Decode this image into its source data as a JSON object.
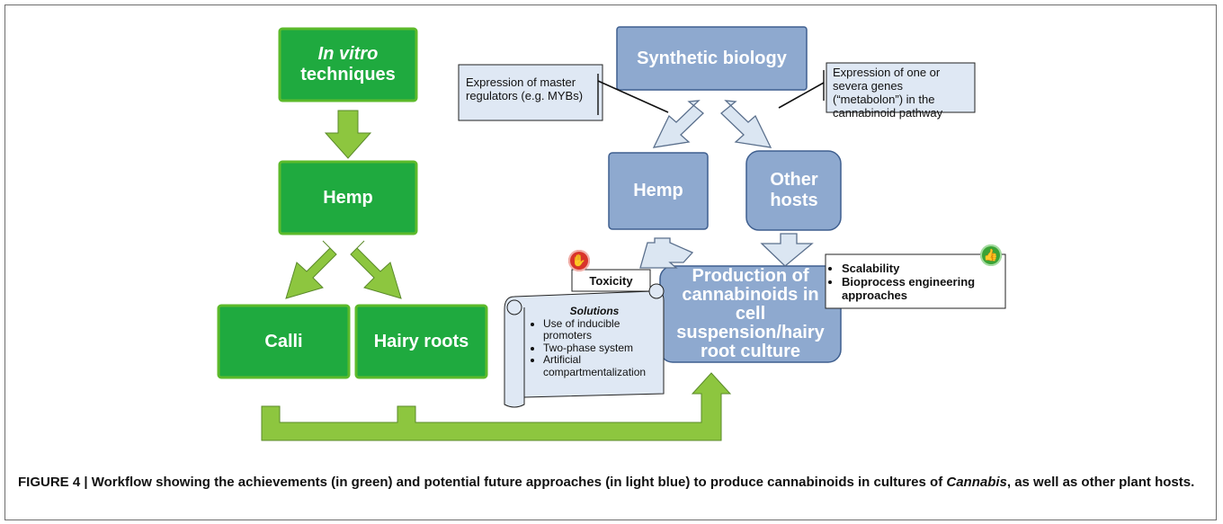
{
  "boxes": {
    "invitro_italic": "In vitro",
    "invitro_rest": "techniques",
    "hemp_left": "Hemp",
    "calli": "Calli",
    "hairy_roots": "Hairy roots",
    "synthetic_biology": "Synthetic biology",
    "hemp_right": "Hemp",
    "other_hosts": "Other hosts",
    "production": "Production of cannabinoids in cell suspension/hairy root culture"
  },
  "notes": {
    "master_regulators": "Expression of master regulators (e.g. MYBs)",
    "metabolon": "Expression of one or severa genes (“metabolon”) in the cannabinoid pathway",
    "toxicity": "Toxicity",
    "solutions_title": "Solutions",
    "solutions_items": [
      "Use of inducible promoters",
      "Two-phase system",
      "Artificial compartmentalization"
    ],
    "benefits_items": [
      "Scalability",
      "Bioprocess engineering approaches"
    ]
  },
  "caption": {
    "prefix": "FIGURE 4 | ",
    "text": "Workflow showing the achievements (in green) and potential future approaches (in light blue) to produce cannabinoids in cultures of ",
    "italic": "Cannabis",
    "suffix": ", as well as other plant hosts."
  },
  "colors": {
    "green_fill": "#1faa3f",
    "green_border": "#5cba2b",
    "arrow_green": "#8dc63f",
    "blue_fill": "#8ea9cf",
    "blue_border": "#3f5f8f",
    "arrow_blue_fill": "#dbe6f2",
    "arrow_blue_stroke": "#5a6f8c",
    "note_fill": "#dfe8f4",
    "warning_icon": "#d9342b",
    "ok_icon": "#3aa335"
  }
}
